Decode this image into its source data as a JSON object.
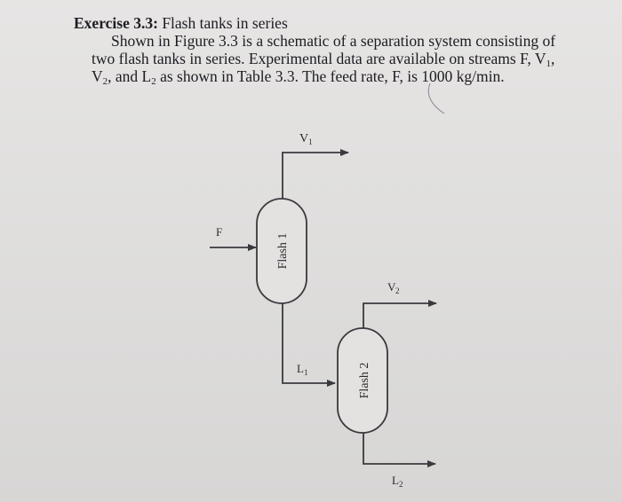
{
  "exercise": {
    "title_bold": "Exercise 3.3:",
    "title_rest": " Flash tanks in series",
    "line1": "Shown in Figure 3.3 is a schematic of a separation system consisting of",
    "line2_a": "two flash tanks in series. Experimental data are available on streams F, V",
    "line2_sub": "1",
    "line2_b": ",",
    "line3_a": "V",
    "line3_sub1": "2",
    "line3_b": ", and L",
    "line3_sub2": "2",
    "line3_c": " as shown in Table 3.3. The feed rate, F, is 1000 kg/min."
  },
  "diagram": {
    "feed_label": "F",
    "v1_label": "V",
    "v1_sub": "1",
    "v2_label": "V",
    "v2_sub": "2",
    "l1_label": "L",
    "l1_sub": "1",
    "l2_label": "L",
    "l2_sub": "2",
    "tank1_label": "Flash 1",
    "tank2_label": "Flash 2",
    "line_color": "#3a3a3e",
    "tank_fill": "#e3e2e1"
  }
}
